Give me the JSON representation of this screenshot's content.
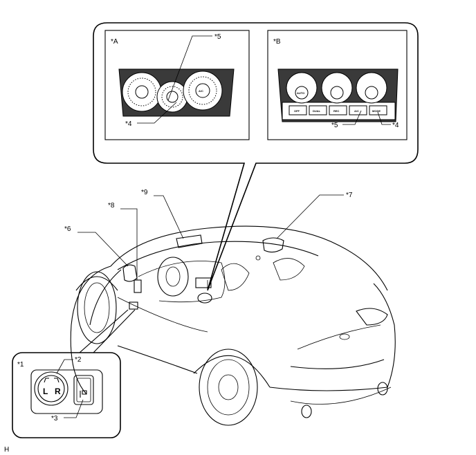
{
  "callouts": {
    "c1": "*1",
    "c2": "*2",
    "c3": "*3",
    "c4": "*4",
    "c5": "*5",
    "c6": "*6",
    "c7": "*7",
    "c8": "*8",
    "c9": "*9"
  },
  "views": {
    "a": "*A",
    "b": "*B"
  },
  "panel_a": {
    "knob_label": "A/C"
  },
  "panel_b": {
    "knob_left": "AUTO",
    "buttons": [
      "OFF",
      "DUAL",
      "REC",
      "A/C",
      "MODE"
    ]
  },
  "mirror_switch": {
    "left": "L",
    "right": "R"
  },
  "corner_mark": "H"
}
